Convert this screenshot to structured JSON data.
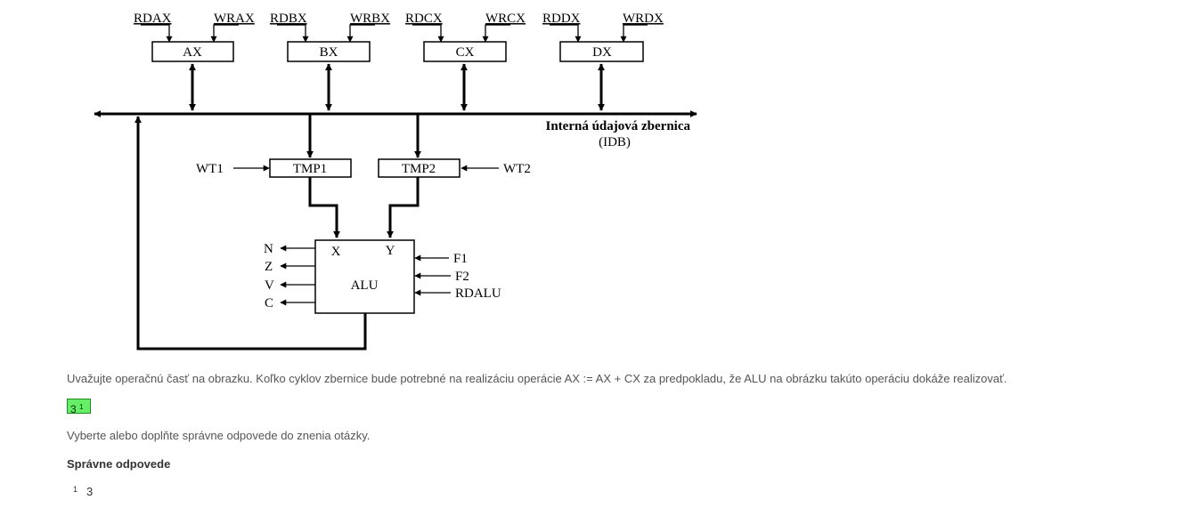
{
  "diagram": {
    "registers": [
      {
        "name": "AX",
        "read": "RDAX",
        "write": "WRAX"
      },
      {
        "name": "BX",
        "read": "RDBX",
        "write": "WRBX"
      },
      {
        "name": "CX",
        "read": "RDCX",
        "write": "WRCX"
      },
      {
        "name": "DX",
        "read": "RDDX",
        "write": "WRDX"
      }
    ],
    "bus_label": "Interná údajová zbernica",
    "bus_abbr": "(IDB)",
    "tmp1": {
      "name": "TMP1",
      "control": "WT1"
    },
    "tmp2": {
      "name": "TMP2",
      "control": "WT2"
    },
    "alu": {
      "name": "ALU",
      "in_x": "X",
      "in_y": "Y",
      "flags": [
        "N",
        "Z",
        "V",
        "C"
      ],
      "controls": [
        "F1",
        "F2",
        "RDALU"
      ]
    }
  },
  "question": {
    "text": "Uvažujte operačnú časť na obrazku. Koľko cyklov zbernice bude potrebné na realizáciu operácie AX := AX + CX za predpokladu, že ALU na obrázku takúto operáciu dokáže realizovať.",
    "answer_value": "3",
    "answer_index": "1",
    "instruction": "Vyberte alebo doplňte správne odpovede do znenia otázky.",
    "correct_title": "Správne odpovede",
    "correct_answers": [
      {
        "index": "1",
        "value": "3"
      }
    ]
  },
  "colors": {
    "answer_bg": "#66ee66",
    "text_gray": "#555555"
  }
}
